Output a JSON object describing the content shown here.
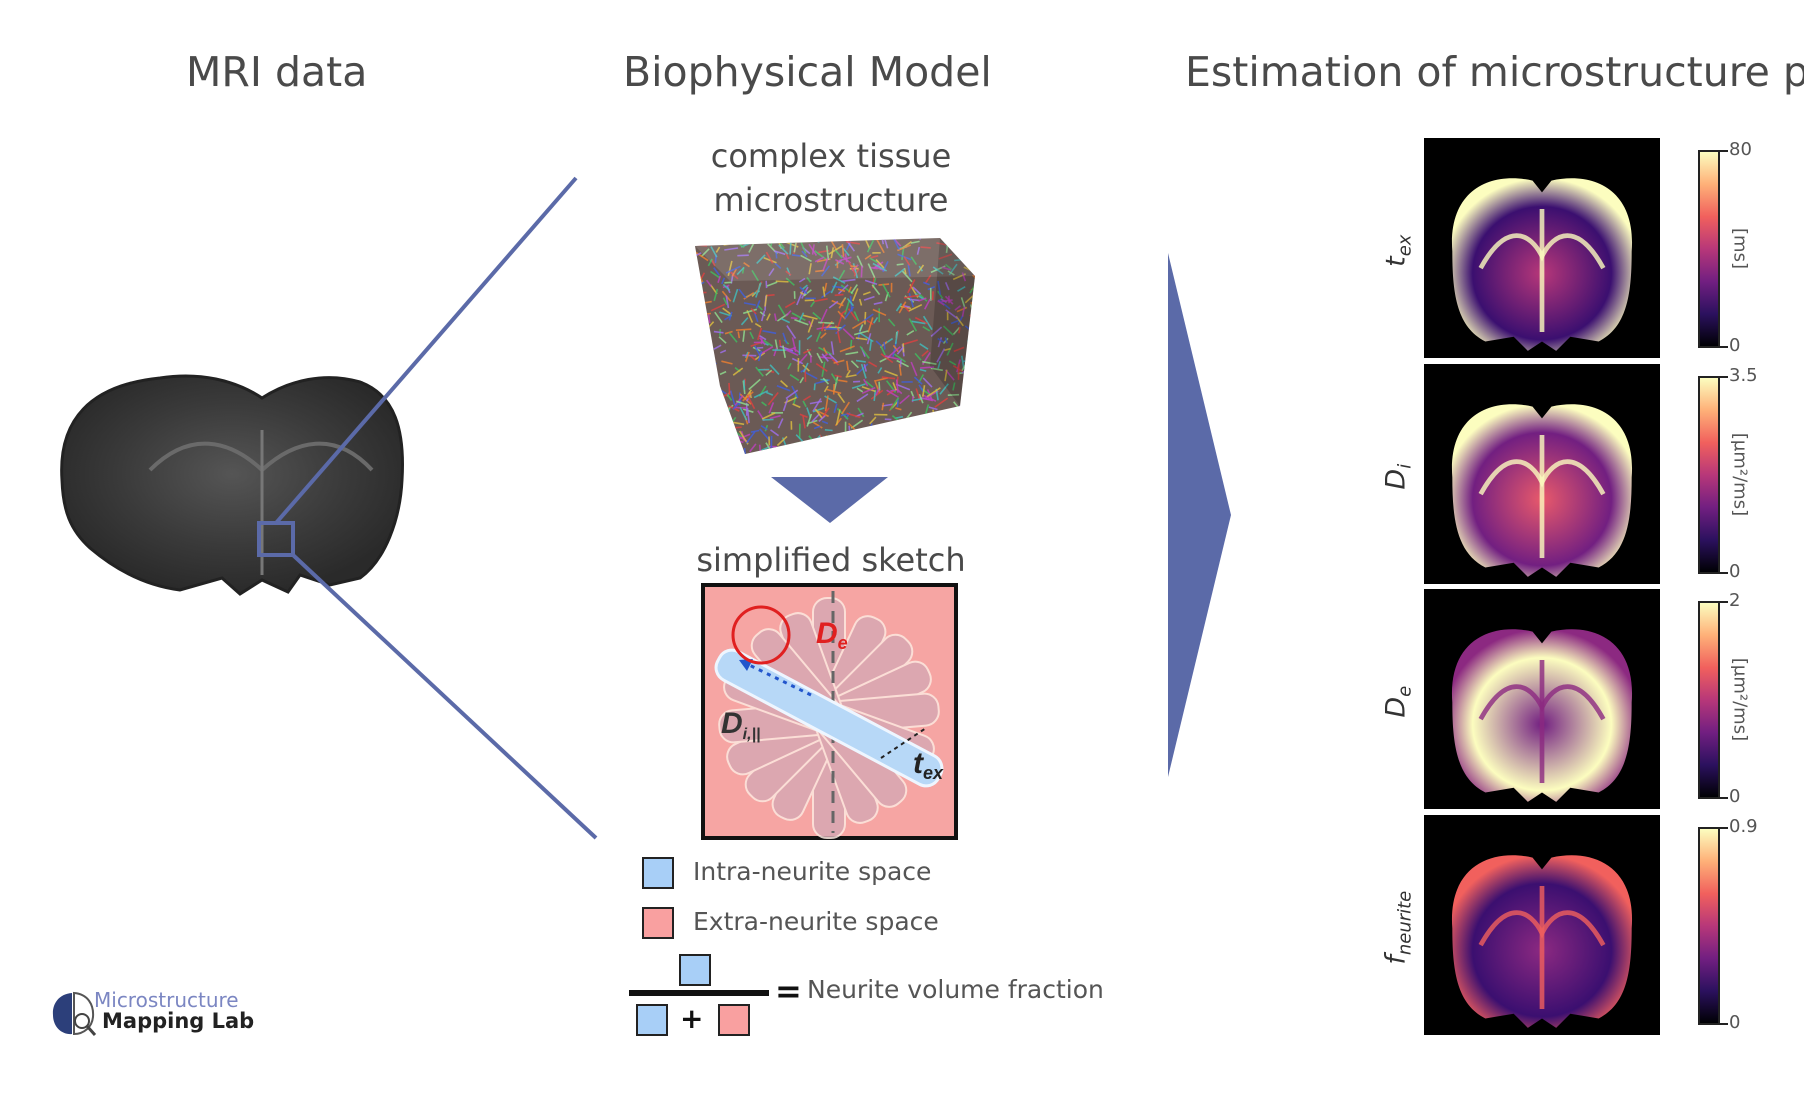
{
  "headers": {
    "mri": "MRI data",
    "model": "Biophysical Model",
    "estimation": "Estimation of microstructure pa"
  },
  "model": {
    "complex_line1": "complex tissue",
    "complex_line2": "microstructure",
    "simplified": "simplified sketch",
    "sketch_labels": {
      "de": "D",
      "de_sub": "e",
      "di": "D",
      "di_sub": "i,||",
      "tex": "t",
      "tex_sub": "ex"
    }
  },
  "legend": {
    "intra": "Intra-neurite space",
    "extra": "Extra-neurite space",
    "plus": "+",
    "equals": "=",
    "fraction": "Neurite volume fraction"
  },
  "maps": [
    {
      "symbol": "t",
      "sub": "ex",
      "max": "80",
      "min": "0",
      "unit": "[ms]"
    },
    {
      "symbol": "D",
      "sub": "i",
      "max": "3.5",
      "min": "0",
      "unit": "[μm²/ms]"
    },
    {
      "symbol": "D",
      "sub": "e",
      "max": "2",
      "min": "0",
      "unit": "[μm²/ms]"
    },
    {
      "symbol": "f",
      "sub": "neurite",
      "max": "0.9",
      "min": "0",
      "unit": ""
    }
  ],
  "logo": {
    "line1": "Microstructure",
    "line2": "Mapping Lab"
  },
  "colors": {
    "accent": "#5b6aa8",
    "intra": "#a8cff7",
    "extra": "#f9a0a0"
  }
}
